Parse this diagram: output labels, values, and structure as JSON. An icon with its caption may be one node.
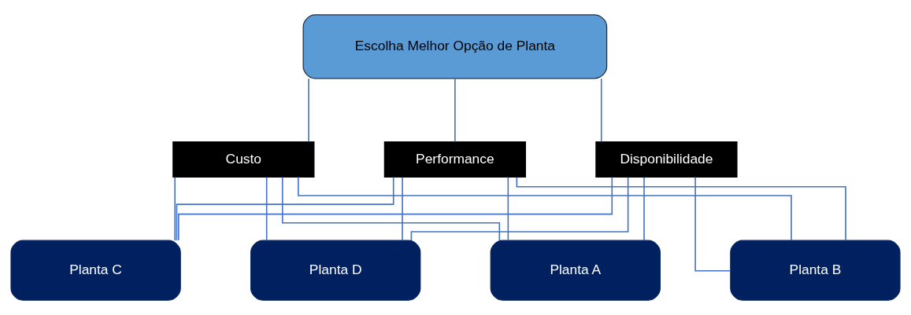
{
  "diagram": {
    "nodes": [
      {
        "text": [
          "Escolha Melhor Opção de Planta"
        ]
      },
      {
        "text": [
          "Custo"
        ]
      },
      {
        "text": [
          "Performance"
        ]
      },
      {
        "text": [
          "Disponibilidade"
        ]
      },
      {
        "text": [
          "Planta A"
        ]
      },
      {
        "text": [
          "Planta B"
        ]
      },
      {
        "text": [
          "Planta C"
        ]
      },
      {
        "text": [
          "Planta D"
        ]
      }
    ],
    "edges": [
      {
        "from": 0,
        "to": 1,
        "arrow": "none"
      },
      {
        "from": 0,
        "to": 2,
        "arrow": "none"
      },
      {
        "from": 0,
        "to": 3,
        "arrow": "none"
      },
      {
        "from": 1,
        "to": 4,
        "arrow": "none"
      },
      {
        "from": 1,
        "to": 5,
        "arrow": "none"
      },
      {
        "from": 1,
        "to": 6,
        "arrow": "none"
      },
      {
        "from": 1,
        "to": 7,
        "arrow": "none"
      },
      {
        "from": 2,
        "to": 4,
        "arrow": "none"
      },
      {
        "from": 2,
        "to": 5,
        "arrow": "none"
      },
      {
        "from": 2,
        "to": 6,
        "arrow": "none"
      },
      {
        "from": 2,
        "to": 7,
        "arrow": "none"
      },
      {
        "from": 3,
        "to": 4,
        "arrow": "none"
      },
      {
        "from": 3,
        "to": 5,
        "arrow": "none"
      },
      {
        "from": 3,
        "to": 6,
        "arrow": "none"
      },
      {
        "from": 3,
        "to": 7,
        "arrow": "none"
      }
    ]
  }
}
